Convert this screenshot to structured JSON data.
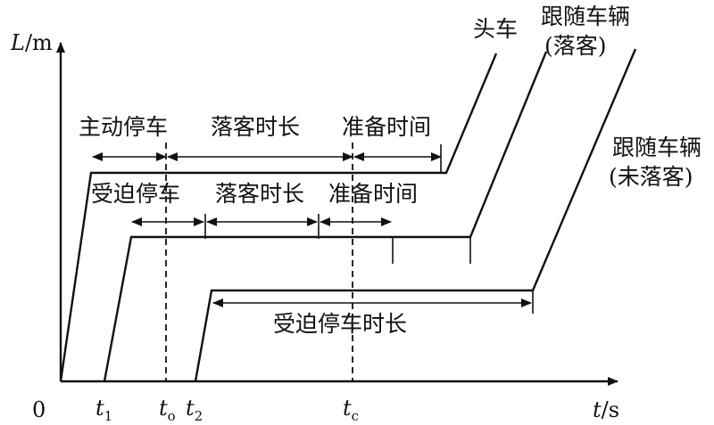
{
  "axes": {
    "y_label_var": "L",
    "y_label_unit": "/m",
    "x_label_var": "t",
    "x_label_unit": "/s",
    "origin": "0"
  },
  "ticks": {
    "t1_var": "t",
    "t1_sub": "1",
    "to_var": "t",
    "to_sub": "o",
    "t2_var": "t",
    "t2_sub": "2",
    "tc_var": "t",
    "tc_sub": "c"
  },
  "vehicles": {
    "lead": "头车",
    "follow_alight_1": "跟随车辆",
    "follow_alight_2": "(落客)",
    "follow_no_alight_1": "跟随车辆",
    "follow_no_alight_2": "(未落客)"
  },
  "intervals": {
    "lead_active_stop": "主动停车",
    "lead_alight": "落客时长",
    "lead_prepare": "准备时间",
    "follow_forced_stop": "受迫停车",
    "follow_alight": "落客时长",
    "follow_prepare": "准备时间",
    "forced_stop_duration": "受迫停车时长"
  }
}
